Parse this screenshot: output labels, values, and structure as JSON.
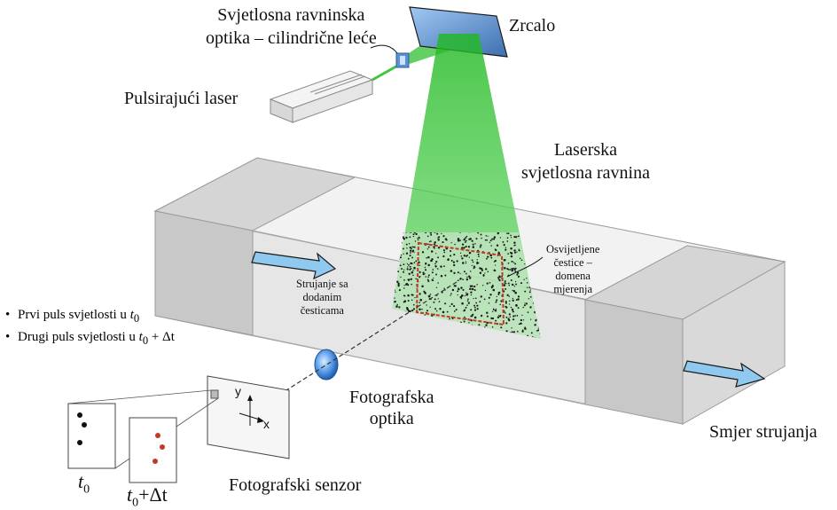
{
  "labels": {
    "optics": "Svjetlosna ravninska\noptika – cilindrične leće",
    "mirror": "Zrcalo",
    "laser": "Pulsirajući laser",
    "sheet": "Laserska\nsvjetlosna ravnina",
    "particles": "Osvijetljene\nčestice –\ndomena\nmjerenja",
    "flow_seeded": "Strujanje sa\ndodanim\nčesticama",
    "lens": "Fotografska\noptika",
    "flow_dir": "Smjer strujanja",
    "sensor": "Fotografski senzor",
    "axis_y": "y",
    "axis_x": "x"
  },
  "bullets": {
    "first_text": "Prvi puls svjetlosti u ",
    "first_var": "t",
    "first_sub": "0",
    "second_text": "Drugi puls svjetlosti u ",
    "second_var": "t",
    "second_sub": "0",
    "second_suffix": " + Δt"
  },
  "frames": {
    "t0_var": "t",
    "t0_sub": "0",
    "t1_var": "t",
    "t1_sub": "0",
    "t1_suffix": "+Δt"
  },
  "colors": {
    "green": "#4fd04f",
    "measurement_box": "#c0392b",
    "arrow": "#8fc9ef",
    "lens": "#3d7fd6",
    "channel": "#ececec"
  }
}
